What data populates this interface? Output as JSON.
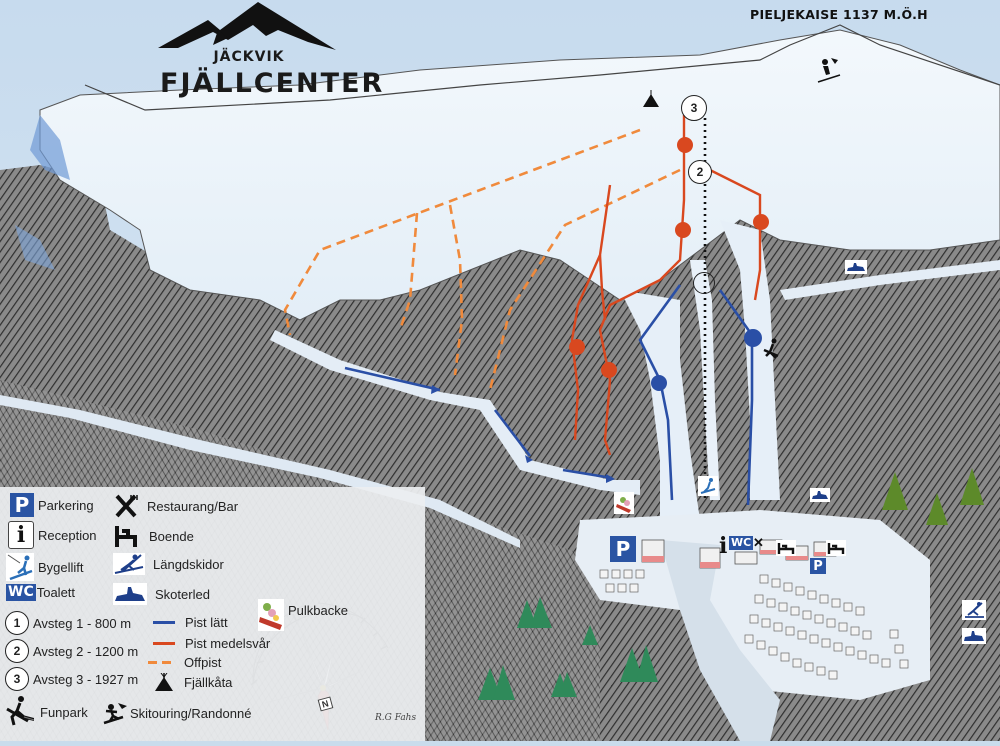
{
  "logo": {
    "subtitle": "JÄCKVIK",
    "title": "FJÄLLCENTER"
  },
  "peak_label": "PIELJEKAISE 1137 M.Ö.H",
  "colors": {
    "pist_latt": "#2a4fa6",
    "pist_medelsvar": "#d9481f",
    "offpist": "#f08a3c",
    "parking_blue": "#2a54a3",
    "snow": "#eef4fa",
    "sky": "#c9dcec",
    "forest": "#6f6f6f",
    "tree_green": "#2f8a5a",
    "tree_olive": "#5d8a2a"
  },
  "map_markers": {
    "avsteg_3": "3",
    "avsteg_2": "2",
    "avsteg_1": "1",
    "parking_main": "P",
    "parking_village": "P",
    "reception": "i",
    "wc": "WC",
    "restaurant": "✕"
  },
  "legend": {
    "facilities": [
      {
        "icon": "parking-icon",
        "glyph": "P",
        "label": "Parkering"
      },
      {
        "icon": "reception-icon",
        "glyph": "i",
        "label": "Reception"
      },
      {
        "icon": "bygellift-icon",
        "glyph": "⛷",
        "label": "Bygellift"
      },
      {
        "icon": "wc-icon",
        "glyph": "WC",
        "label": "Toalett"
      }
    ],
    "services": [
      {
        "icon": "restaurant-icon",
        "glyph": "✕",
        "label": "Restaurang/Bar"
      },
      {
        "icon": "lodging-icon",
        "glyph": "🛏",
        "label": "Boende"
      },
      {
        "icon": "cross-country-icon",
        "glyph": "⛷",
        "label": "Längdskidor"
      },
      {
        "icon": "snowmobile-icon",
        "glyph": "🛷",
        "label": "Skoterled"
      }
    ],
    "stops": [
      {
        "num": "1",
        "label": "Avsteg 1 - 800 m"
      },
      {
        "num": "2",
        "label": "Avsteg 2 - 1200 m"
      },
      {
        "num": "3",
        "label": "Avsteg 3 - 1927 m"
      }
    ],
    "pistes": [
      {
        "type": "solid",
        "color": "#2a4fa6",
        "label": "Pist lätt"
      },
      {
        "type": "solid",
        "color": "#d9481f",
        "label": "Pist medelsvår"
      },
      {
        "type": "dashed",
        "color": "#f08a3c",
        "label": "Offpist"
      },
      {
        "type": "tent",
        "color": "#111111",
        "label": "Fjällkåta"
      }
    ],
    "extras": [
      {
        "icon": "funpark-icon",
        "label": "Funpark"
      },
      {
        "icon": "skitouring-icon",
        "label": "Skitouring/Randonné"
      },
      {
        "icon": "sled-icon",
        "label": "Pulkbacke"
      }
    ]
  },
  "compass": {
    "north": "N"
  },
  "signature": "R.G Fahs"
}
